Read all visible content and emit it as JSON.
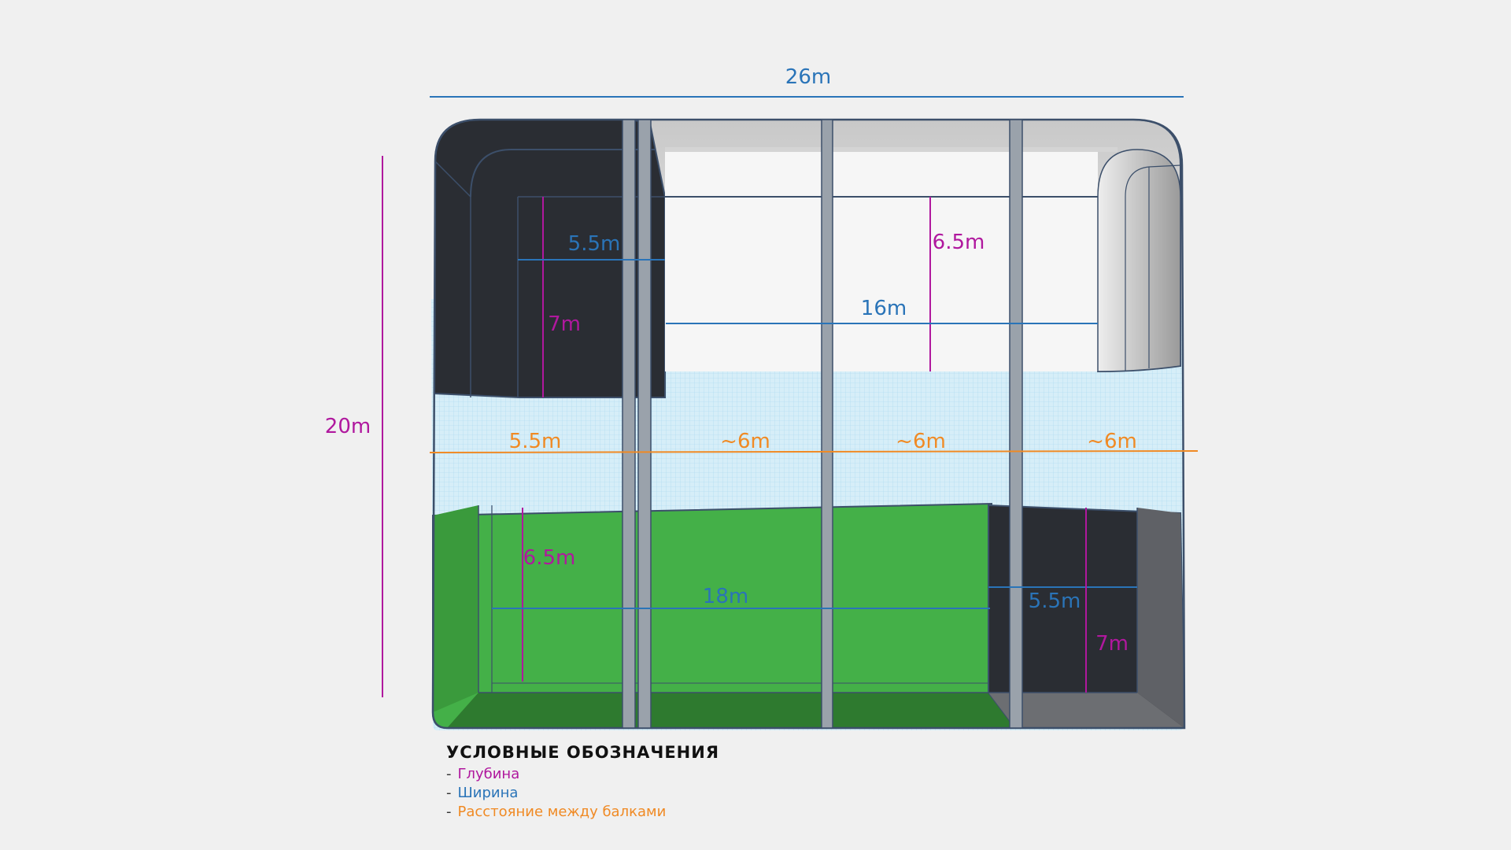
{
  "labels": {
    "total_width": "26m",
    "total_depth": "20m",
    "tl_width": "5.5m",
    "tl_depth": "7m",
    "tr_depth": "6.5m",
    "tr_width": "16m",
    "gap_1": "5.5m",
    "gap_2": "~6m",
    "gap_3": "~6m",
    "gap_4": "~6m",
    "bl_depth": "6.5m",
    "bl_width": "18m",
    "br_width": "5.5m",
    "br_depth": "7m"
  },
  "legend": {
    "title": "УСЛОВНЫЕ ОБОЗНАЧЕНИЯ",
    "items": [
      {
        "dash": "-",
        "text": "Глубина",
        "color": "#b0189e"
      },
      {
        "dash": "-",
        "text": "Ширина",
        "color": "#2a74b8"
      },
      {
        "dash": "-",
        "text": "Расстояние между балками",
        "color": "#f08a24"
      }
    ]
  },
  "colors": {
    "depth": "#b0189e",
    "width": "#2a74b8",
    "beam_spacing": "#f08a24",
    "green": "#44b048",
    "dark": "#2a2d33",
    "water": "#d3ecf7",
    "outline": "#3c4f6a"
  }
}
